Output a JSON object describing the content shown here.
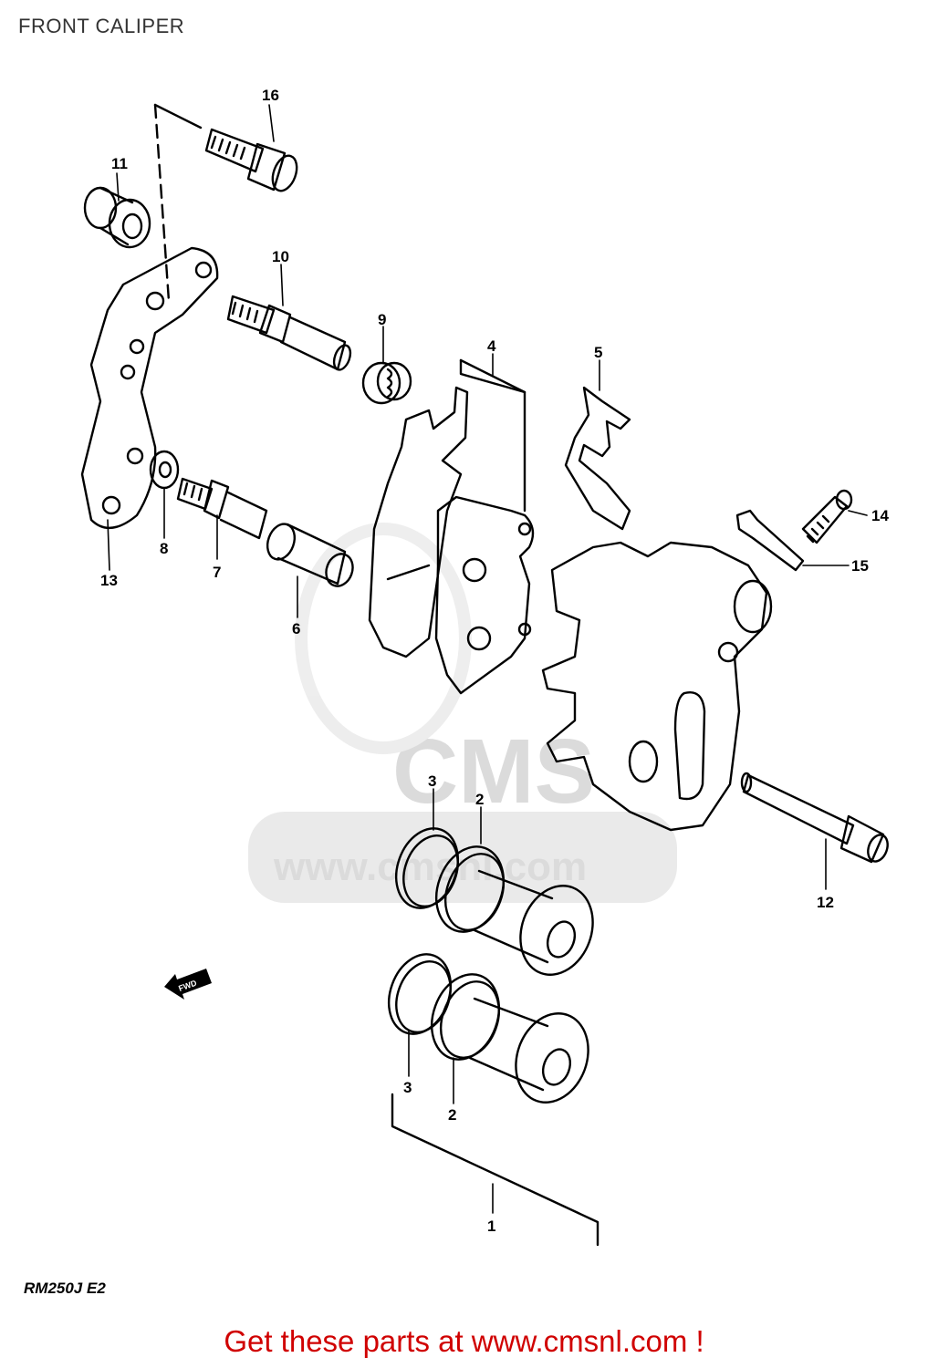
{
  "header": {
    "title": "FRONT CALIPER"
  },
  "diagram": {
    "callouts": [
      "1",
      "2",
      "3",
      "4",
      "5",
      "6",
      "7",
      "8",
      "9",
      "10",
      "11",
      "12",
      "13",
      "14",
      "15",
      "16"
    ],
    "fwd_label": "FWD",
    "watermark_text": "www.cmsnl.com",
    "model_code": "RM250J E2"
  },
  "footer": {
    "link_text": "Get these parts at www.cmsnl.com !",
    "link_color": "#d00000"
  }
}
